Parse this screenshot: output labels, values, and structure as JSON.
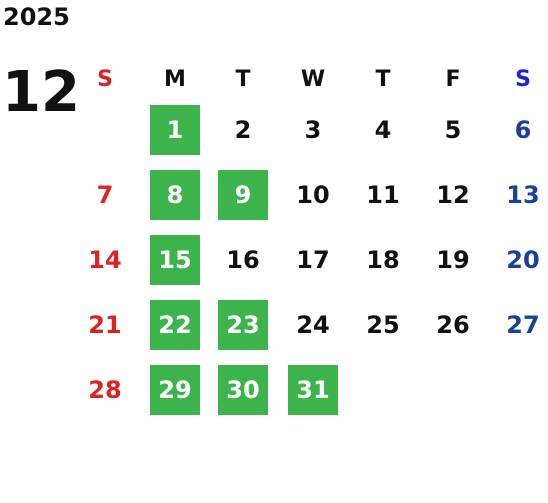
{
  "calendar": {
    "year": "2025",
    "month": "12",
    "weekday_headers": [
      "S",
      "M",
      "T",
      "W",
      "T",
      "F",
      "S"
    ],
    "colors": {
      "sunday": "#dd2222",
      "saturday": "#1a3fa0",
      "saturday_header": "#1a22d6",
      "weekday": "#111111",
      "highlight_bg": "#3cb44b",
      "highlight_text": "#ffffff"
    },
    "weeks": [
      [
        null,
        "1",
        "2",
        "3",
        "4",
        "5",
        "6"
      ],
      [
        "7",
        "8",
        "9",
        "10",
        "11",
        "12",
        "13"
      ],
      [
        "14",
        "15",
        "16",
        "17",
        "18",
        "19",
        "20"
      ],
      [
        "21",
        "22",
        "23",
        "24",
        "25",
        "26",
        "27"
      ],
      [
        "28",
        "29",
        "30",
        "31",
        null,
        null,
        null
      ]
    ],
    "highlighted_days": [
      "1",
      "8",
      "9",
      "15",
      "22",
      "23",
      "29",
      "30",
      "31"
    ]
  }
}
